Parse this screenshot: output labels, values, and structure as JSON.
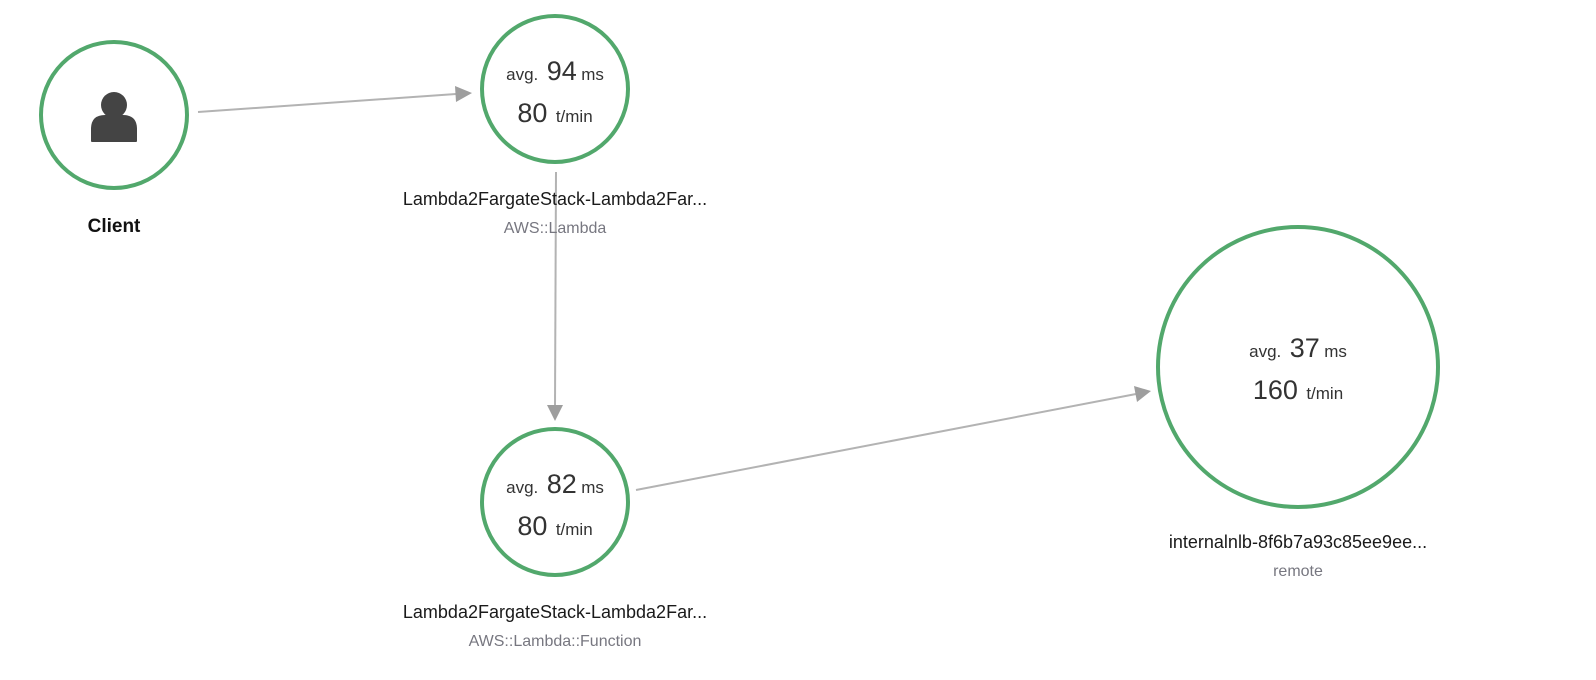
{
  "colors": {
    "ring": "#52a86c",
    "edge": "#b3b3b3",
    "text": "#333333",
    "subtext": "#777780",
    "client_icon": "#444444"
  },
  "nodes": {
    "client": {
      "label": "Client",
      "icon": "user-icon"
    },
    "lambda": {
      "avg_prefix": "avg.",
      "avg_value": "94",
      "avg_unit": "ms",
      "rate_value": "80",
      "rate_unit": "t/min",
      "title": "Lambda2FargateStack-Lambda2Far...",
      "type": "AWS::Lambda"
    },
    "function": {
      "avg_prefix": "avg.",
      "avg_value": "82",
      "avg_unit": "ms",
      "rate_value": "80",
      "rate_unit": "t/min",
      "title": "Lambda2FargateStack-Lambda2Far...",
      "type": "AWS::Lambda::Function"
    },
    "remote": {
      "avg_prefix": "avg.",
      "avg_value": "37",
      "avg_unit": "ms",
      "rate_value": "160",
      "rate_unit": "t/min",
      "title": "internalnlb-8f6b7a93c85ee9ee...",
      "type": "remote"
    }
  },
  "edges": [
    {
      "from": "client",
      "to": "lambda"
    },
    {
      "from": "lambda",
      "to": "function"
    },
    {
      "from": "function",
      "to": "remote"
    }
  ]
}
